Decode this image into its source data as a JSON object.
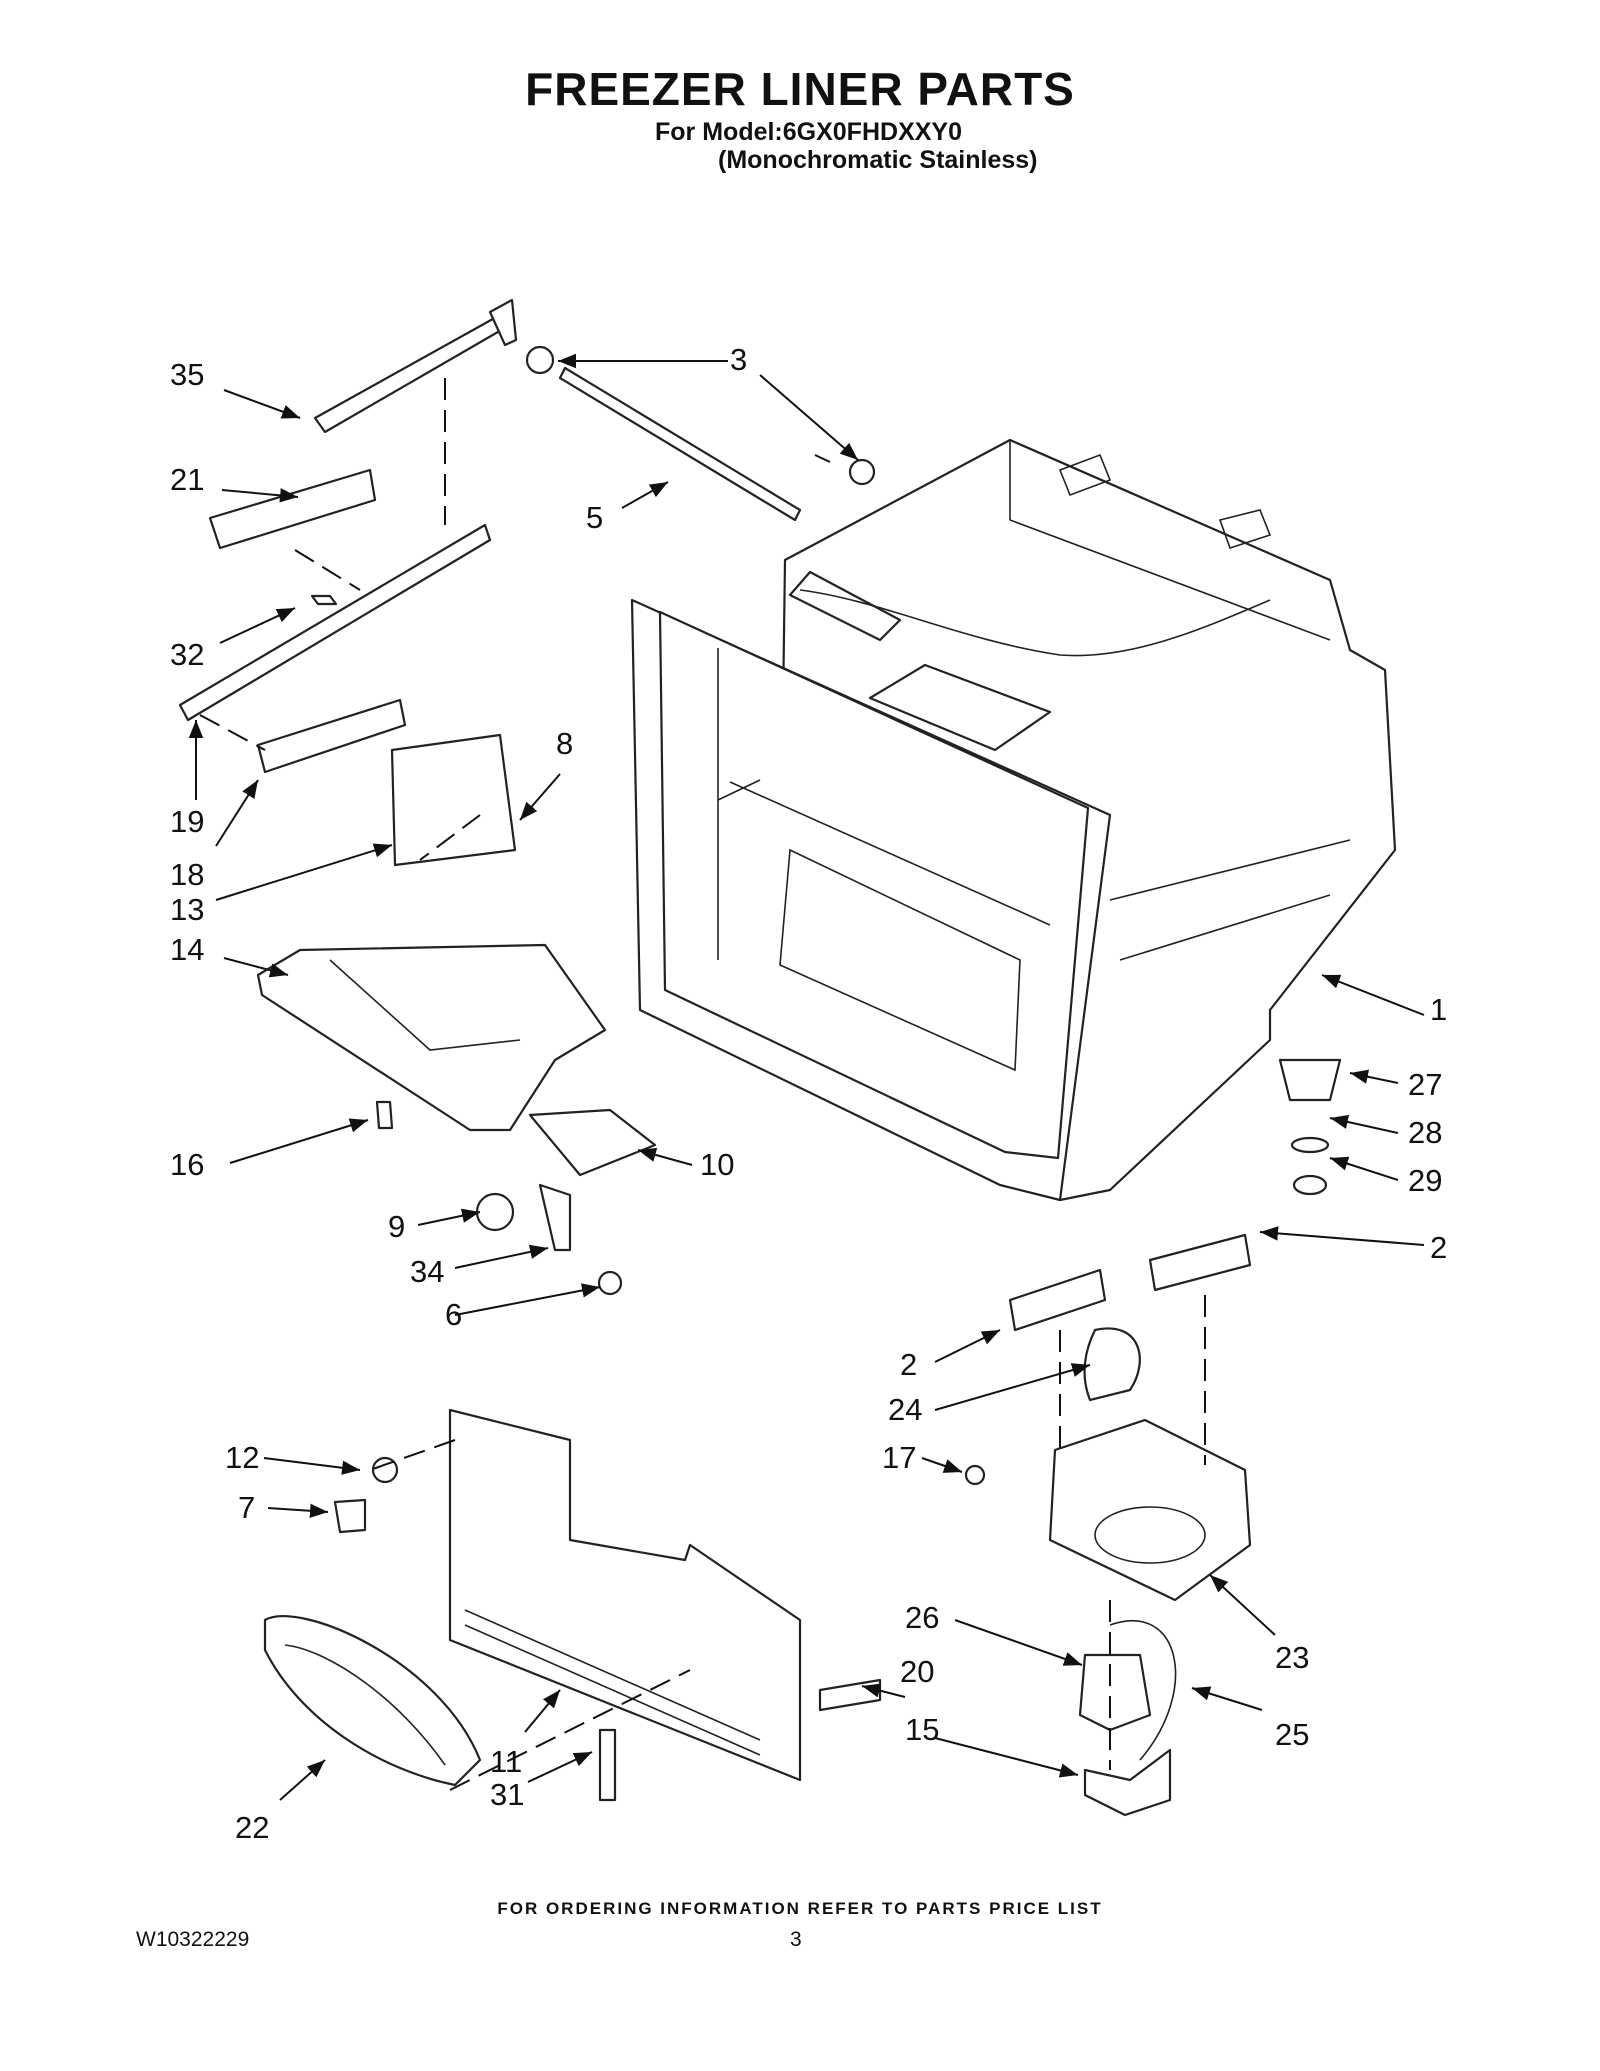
{
  "header": {
    "title": "FREEZER LINER PARTS",
    "model_line": "For Model:6GX0FHDXXY0",
    "variant_line": "(Monochromatic Stainless)"
  },
  "callouts": [
    "35",
    "3",
    "21",
    "5",
    "32",
    "8",
    "19",
    "18",
    "13",
    "14",
    "1",
    "27",
    "28",
    "29",
    "16",
    "10",
    "9",
    "34",
    "6",
    "2",
    "2",
    "24",
    "12",
    "17",
    "7",
    "26",
    "23",
    "20",
    "25",
    "11",
    "15",
    "31",
    "22"
  ],
  "footer": {
    "ordering_note": "FOR ORDERING INFORMATION REFER TO PARTS PRICE LIST",
    "doc_id": "W10322229",
    "page_number": "3"
  }
}
